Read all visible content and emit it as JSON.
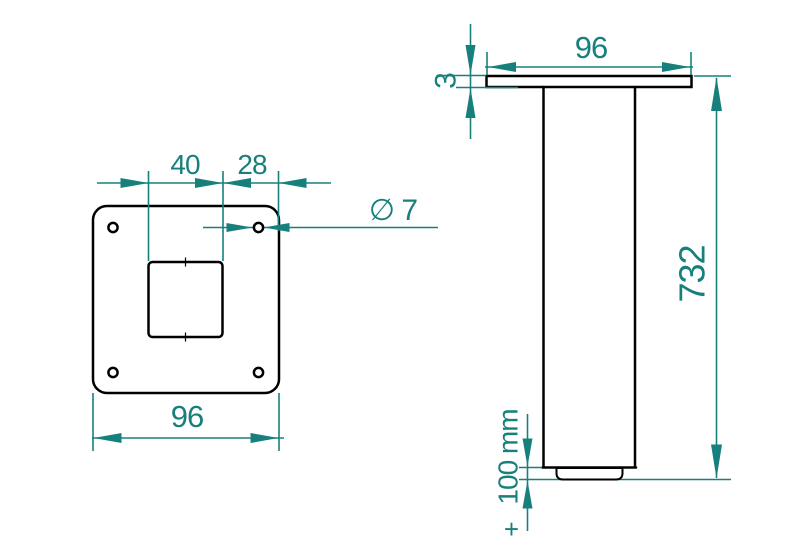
{
  "drawing": {
    "type": "technical-drawing",
    "subject": "adjustable furniture leg with square mounting plate",
    "background_color": "#ffffff",
    "outline_color": "#000000",
    "dimension_color": "#17807d",
    "views": {
      "top_view": {
        "name": "mounting plate top view",
        "dims": {
          "tube_width": "40",
          "edge_offset": "28",
          "hole_diameter": "∅ 7",
          "plate_width": "96"
        }
      },
      "side_view": {
        "name": "leg side view",
        "dims": {
          "plate_width": "96",
          "plate_thickness": "3",
          "total_height": "732",
          "foot_adjustment": "100 mm",
          "foot_adjustment_sign": "+"
        }
      }
    }
  }
}
